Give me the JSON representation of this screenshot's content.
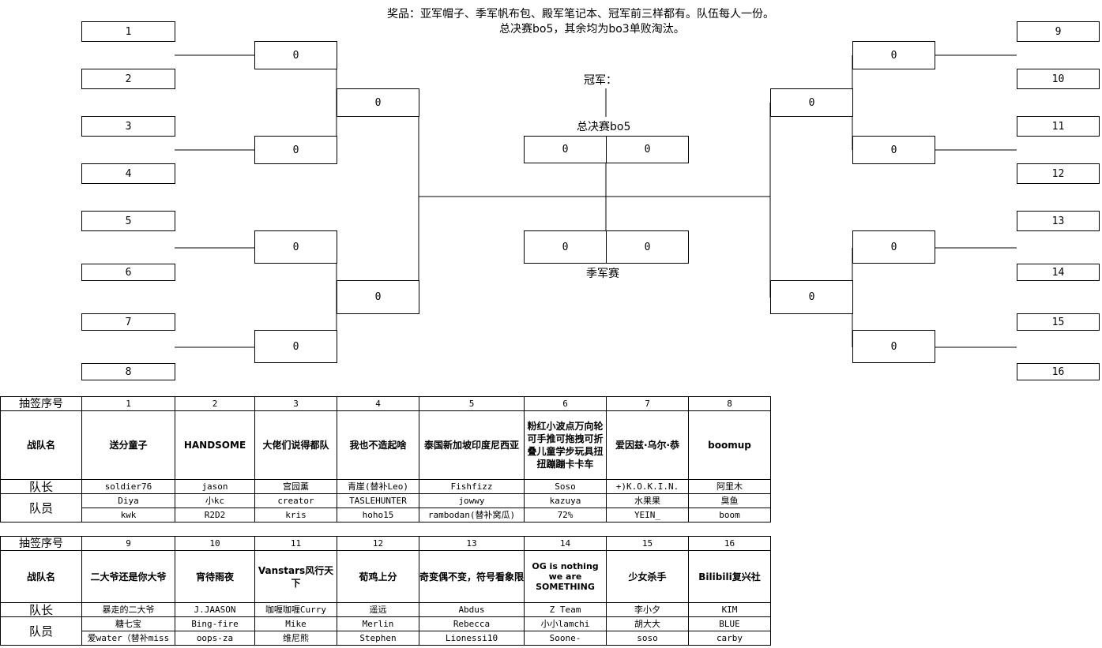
{
  "notice": {
    "line1": "奖品：亚军帽子、季军帆布包、殿军笔记本、冠军前三样都有。队伍每人一份。",
    "line2": "总决赛bo5，其余均为bo3单败淘汰。"
  },
  "labels": {
    "champion": "冠军：",
    "final": "总决赛bo5",
    "third_place": "季军赛"
  },
  "left_seeds": [
    "1",
    "2",
    "3",
    "4",
    "5",
    "6",
    "7",
    "8"
  ],
  "right_seeds": [
    "9",
    "10",
    "11",
    "12",
    "13",
    "14",
    "15",
    "16"
  ],
  "left_r1_scores": [
    "0",
    "0",
    "0",
    "0"
  ],
  "left_r2_scores": [
    "0",
    "0"
  ],
  "right_r1_scores": [
    "0",
    "0",
    "0",
    "0"
  ],
  "right_r2_scores": [
    "0",
    "0"
  ],
  "final_scores": [
    "0",
    "0"
  ],
  "third_scores": [
    "0",
    "0"
  ],
  "roster": {
    "headers": {
      "draw": "抽签序号",
      "team": "战队名",
      "captain": "队长",
      "members": "队员"
    },
    "groups": [
      {
        "numbers": [
          "1",
          "2",
          "3",
          "4",
          "5",
          "6",
          "7",
          "8"
        ],
        "teams": [
          "送分童子",
          "HANDSOME",
          "大佬们说得都队",
          "我也不造起啥",
          "泰国新加坡印度尼西亚",
          "粉红小波点万向轮可手推可拖拽可折叠儿童学步玩具扭扭蹦蹦卡卡车",
          "爱因兹·乌尔·恭",
          "boomup"
        ],
        "captains": [
          "soldier76",
          "jason",
          "宫园薰",
          "青崖(替补Leo)",
          "Fishfizz",
          "Soso",
          "+)K.O.K.I.N.",
          "阿里木"
        ],
        "members1": [
          "Diya",
          "小kc",
          "creator",
          "TASLEHUNTER",
          "jowwy",
          "kazuya",
          "水果果",
          "臭鱼"
        ],
        "members2": [
          "kwk",
          "R2D2",
          "kris",
          "hoho15",
          "rambodan(替补窝瓜)",
          "72%",
          "YEIN_",
          "boom"
        ]
      },
      {
        "numbers": [
          "9",
          "10",
          "11",
          "12",
          "13",
          "14",
          "15",
          "16"
        ],
        "teams": [
          "二大爷还是你大爷",
          "宵待雨夜",
          "Vanstars风行天下",
          "荀鸡上分",
          "奇变偶不变，符号看象限",
          "OG is nothing we are SOMETHING",
          "少女杀手",
          "Bilibili复兴社"
        ],
        "captains": [
          "暴走的二大爷",
          "J.JAASON",
          "咖喱咖喱Curry",
          "遥远",
          "Abdus",
          "Z Team",
          "李小夕",
          "KIM"
        ],
        "members1": [
          "糖七宝",
          "Bing-fire",
          "Mike",
          "Merlin",
          "Rebecca",
          "小小lamchi",
          "胡大大",
          "BLUE"
        ],
        "members2": [
          "爱water（替补miss",
          "oops-za",
          "维尼熊",
          "Stephen",
          "Lionessi10",
          "Soone-",
          "soso",
          "carby"
        ]
      }
    ]
  }
}
